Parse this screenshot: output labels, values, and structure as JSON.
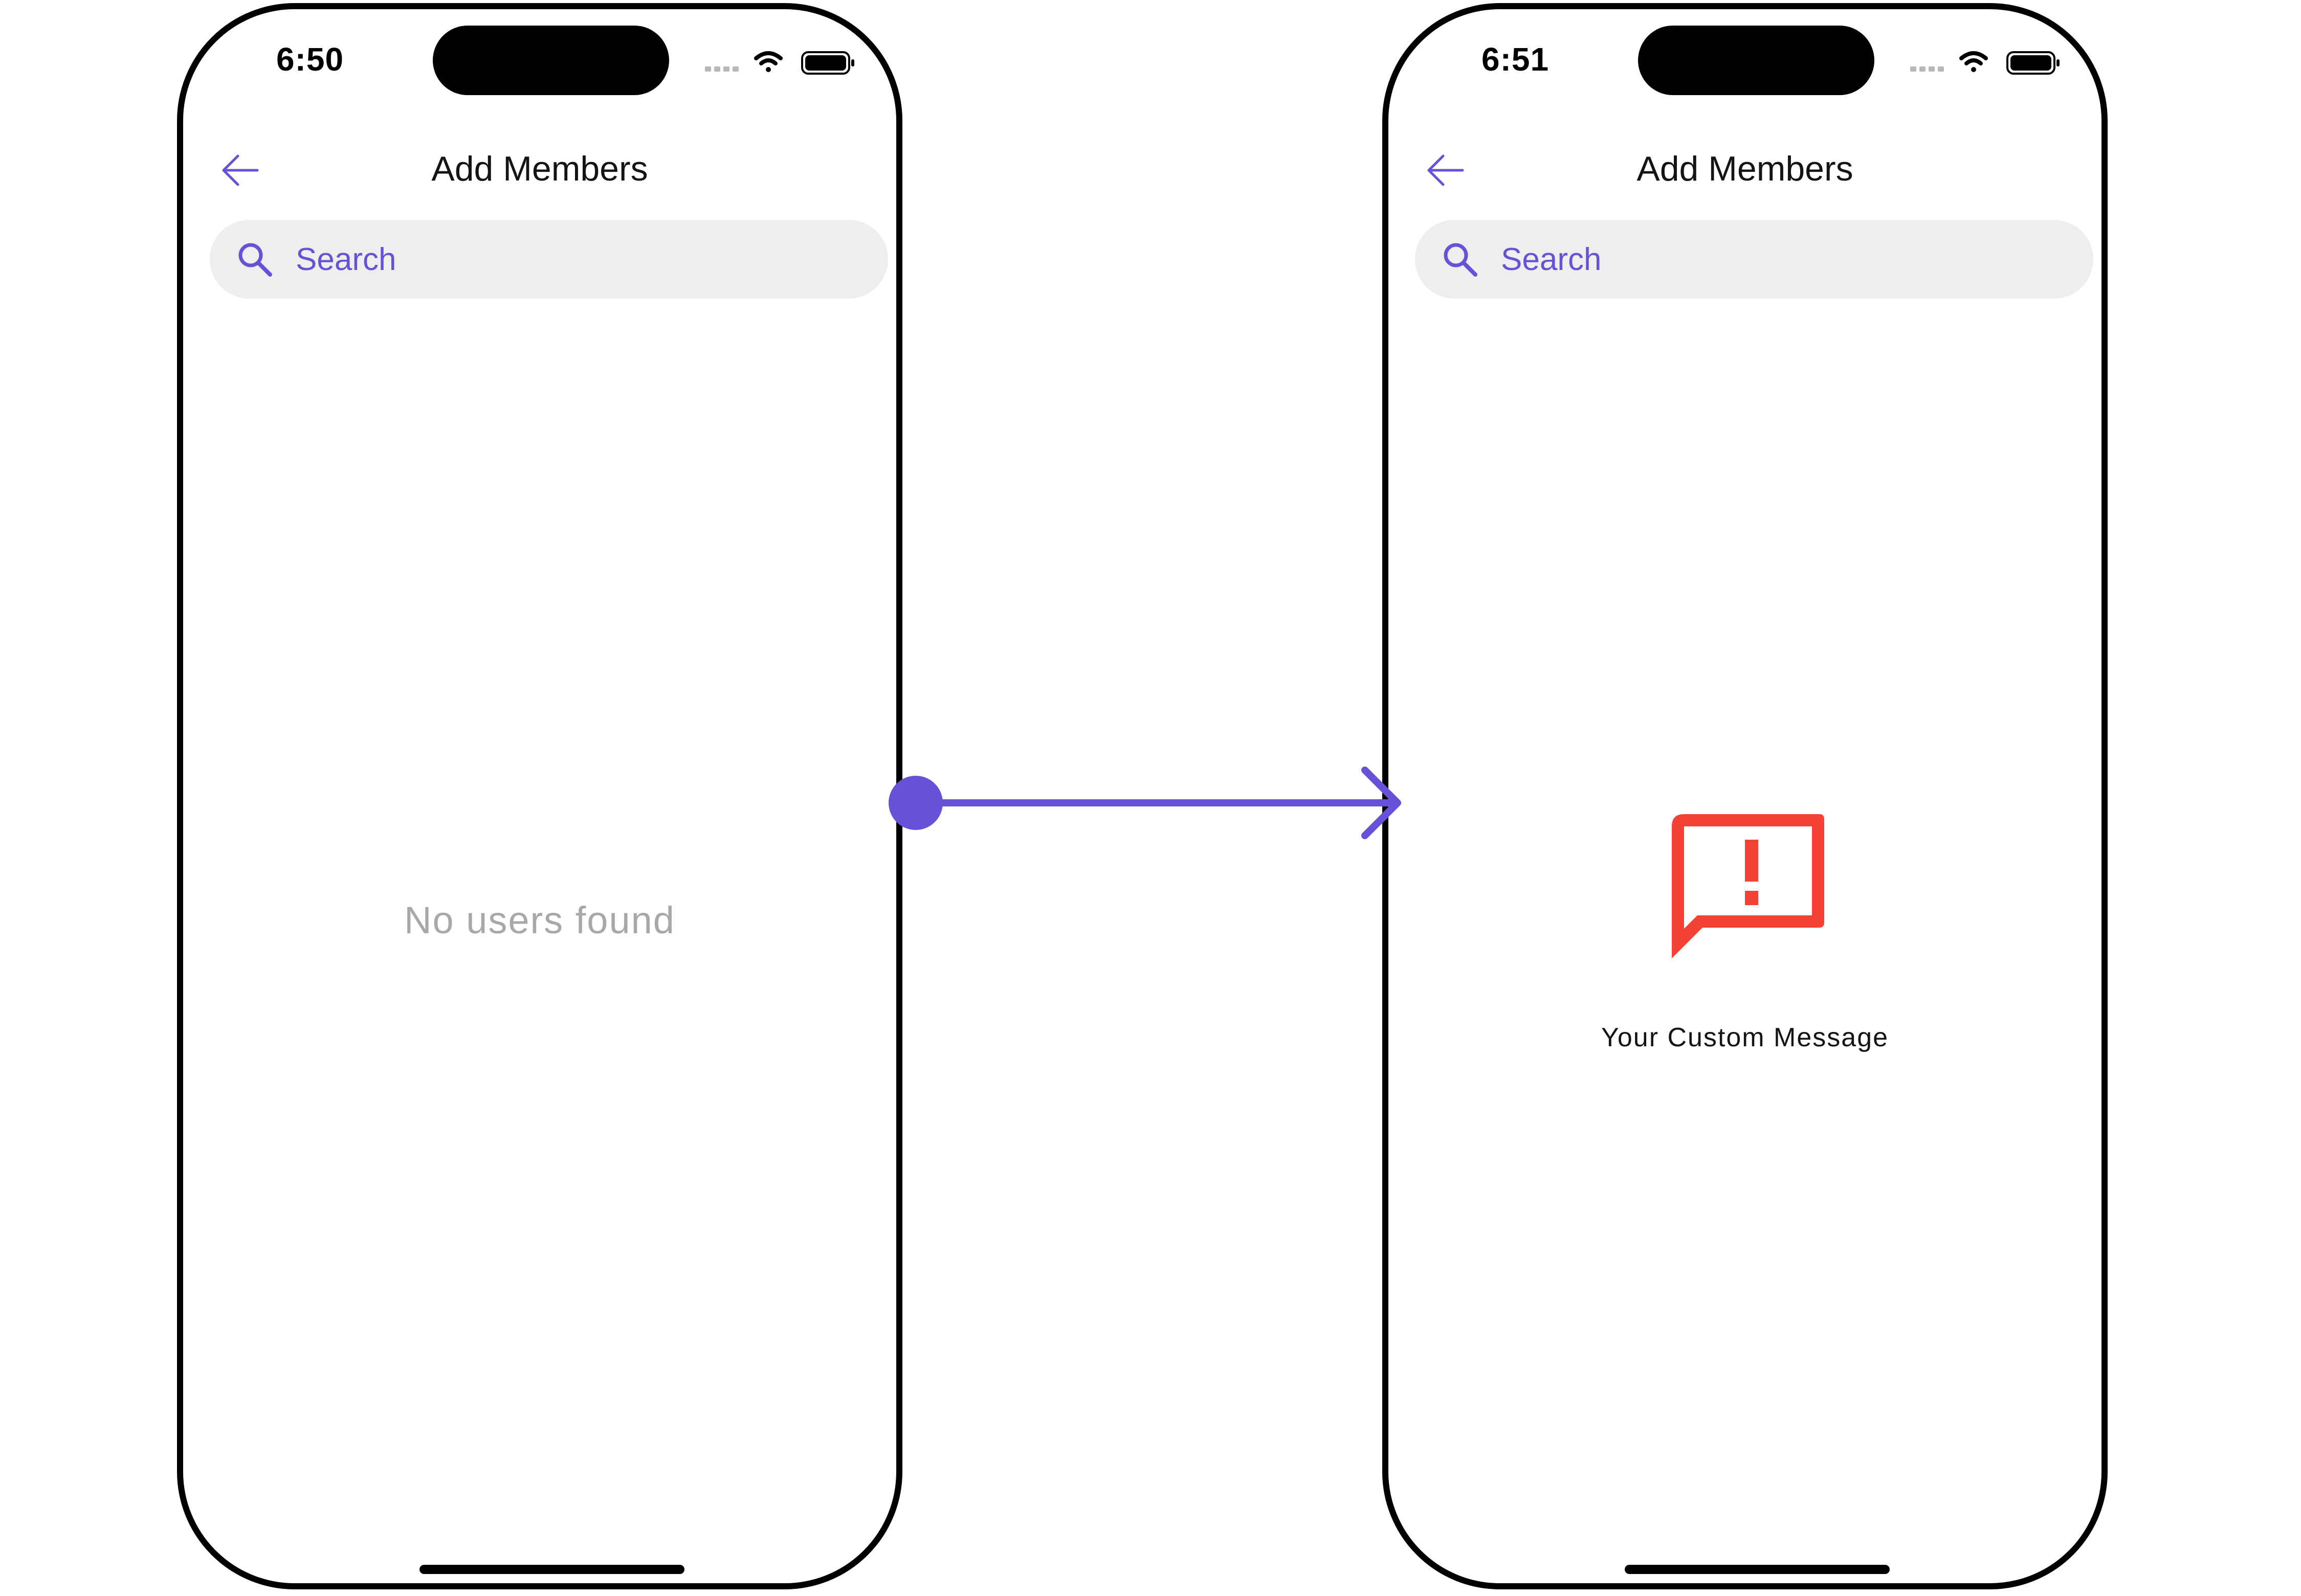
{
  "colors": {
    "accent": "#6851d6",
    "error": "#f44336",
    "empty_text": "#a8a8a8",
    "search_bg": "#eeeeee"
  },
  "screens": {
    "left": {
      "status_time": "6:50",
      "header_title": "Add Members",
      "search_placeholder": "Search",
      "empty_message": "No users found"
    },
    "right": {
      "status_time": "6:51",
      "header_title": "Add Members",
      "search_placeholder": "Search",
      "custom_message": "Your Custom Message"
    }
  },
  "icons": {
    "back": "arrow-left-icon",
    "search": "search-icon",
    "error": "message-alert-icon",
    "signal": "cellular-signal-icon",
    "wifi": "wifi-icon",
    "battery": "battery-icon",
    "connector": "arrow-right-icon"
  }
}
